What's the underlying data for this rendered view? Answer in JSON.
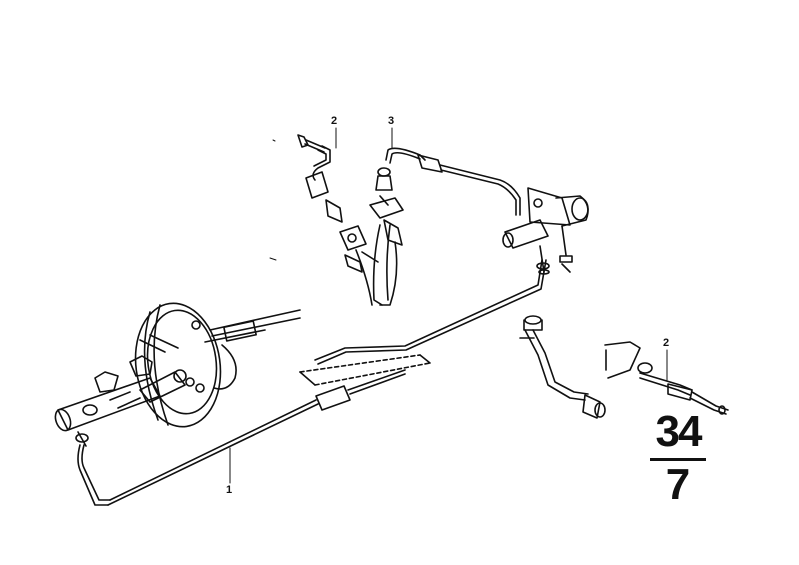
{
  "diagram": {
    "callouts": {
      "line_main": "1",
      "hose_upper": "2",
      "hose_lower_right": "2",
      "hose_center": "3"
    },
    "sheet": {
      "group": "34",
      "figure": "7"
    },
    "colors": {
      "ink": "#111111",
      "paper": "#ffffff"
    }
  }
}
